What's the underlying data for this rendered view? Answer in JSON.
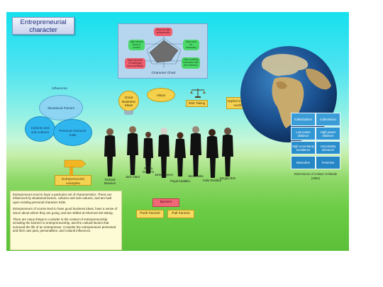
{
  "title": "Entrepreneurial character",
  "character_chart": {
    "caption": "Character Chart",
    "nodes": [
      "Need for high achievement",
      "High need for autonomy",
      "High internal locus of control",
      "High creativity innovation with risk tolerance",
      "High tolerance for ambiguity and uncertainty"
    ]
  },
  "influences": {
    "heading": "Influences",
    "situational": "Situational Factors",
    "cultures": "Cultures and sub-cultures",
    "personal": "Personal character traits"
  },
  "ideas": {
    "great_ideas": "Great Business Ideas",
    "vision": "Vision"
  },
  "risk_taking": "Risk Taking",
  "applied": "Applied to real world",
  "entrepreneurial_examples": "Entrepreneurial examples",
  "people": [
    "Richard Branson",
    "Jack Cator",
    "Sheila Gayathri",
    "James Dyson",
    "Payal Kadakia",
    "Steve Jobs",
    "Anita Roddick",
    "Sergey Brin"
  ],
  "culture_dimensions": {
    "cells": [
      "Individualism",
      "Collectivism",
      "Low power distance",
      "High power distance",
      "High uncertainty avoidance",
      "Uncertainty tolerance",
      "Masculine",
      "Feminine"
    ],
    "caption": "Dimensions of Culture Hofstede (1991)"
  },
  "barriers": {
    "title": "Barriers",
    "push": "Push Factors",
    "pull": "Pull Factors"
  },
  "text": {
    "p1": "Entrepreneurs tend to have a particular set of characteristics. These are influenced by situational factors, cultures and sub-cultures, and are built upon existing personal character traits.",
    "p2": "Entrepreneurs of course tend to have good business ideas, have a sense of vision about where they are going, and are skilled at informed risk taking.",
    "p3": "There are many things to consider in the context of entrepreneurship including the barriers to entrepreneurship, and the cultural factors that surround the life of an entrepreneur. Consider the entrepreneurs presented and their own past, personalities, and cultural influences."
  },
  "colors": {
    "sky": "#16e0ee",
    "grass": "#5cbf38",
    "yellow": "#f5d252",
    "pink": "#f06878",
    "blue": "#2e8dc8"
  }
}
